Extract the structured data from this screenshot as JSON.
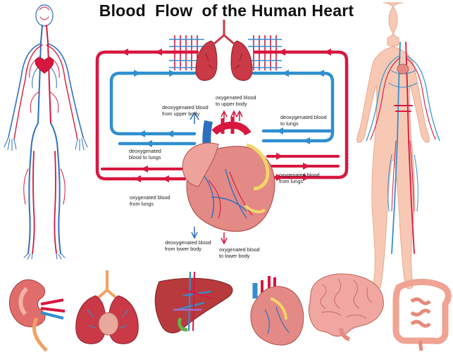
{
  "title": "Blood  Flow  of the Human Heart",
  "colors": {
    "oxygenated": "#d8173f",
    "deoxygenated": "#2f8fd0",
    "heart": "#e38a86",
    "skin": "#f7c9b4",
    "lung": "#c93a46",
    "kidney": "#e06d6b",
    "liver": "#b83a3c",
    "brain": "#f0a7a1",
    "intestine": "#f1a394"
  },
  "labels": {
    "deoxy_upper": {
      "line1": "deoxygenated blood",
      "line2": "from upper body"
    },
    "oxy_upper": {
      "line1": "oxygenated blood",
      "line2": "to upper body"
    },
    "deoxy_to_lungs_right": {
      "line1": "deoxygenated blood",
      "line2": "to lungs"
    },
    "deoxy_to_lungs_left": {
      "line1": "deoxygenated",
      "line2": "blood to lungs"
    },
    "oxy_from_lungs_right": {
      "line1": "oxygenated blood",
      "line2": "from lungs"
    },
    "oxy_from_lungs_left": {
      "line1": "oxygenated blood",
      "line2": "from lungs"
    },
    "deoxy_lower": {
      "line1": "deoxygenated blood",
      "line2": "from lower body"
    },
    "oxy_lower": {
      "line1": "oxygenated blood",
      "line2": "to lower body"
    }
  },
  "figures": {
    "left_body": "circulatory-system-figure",
    "right_body": "human-body-vessels-figure",
    "center": "heart-diagram",
    "lungs": "lungs-illustration"
  },
  "organs": [
    "kidney-icon",
    "lungs-icon",
    "liver-icon",
    "heart-icon",
    "brain-icon",
    "intestine-icon"
  ]
}
